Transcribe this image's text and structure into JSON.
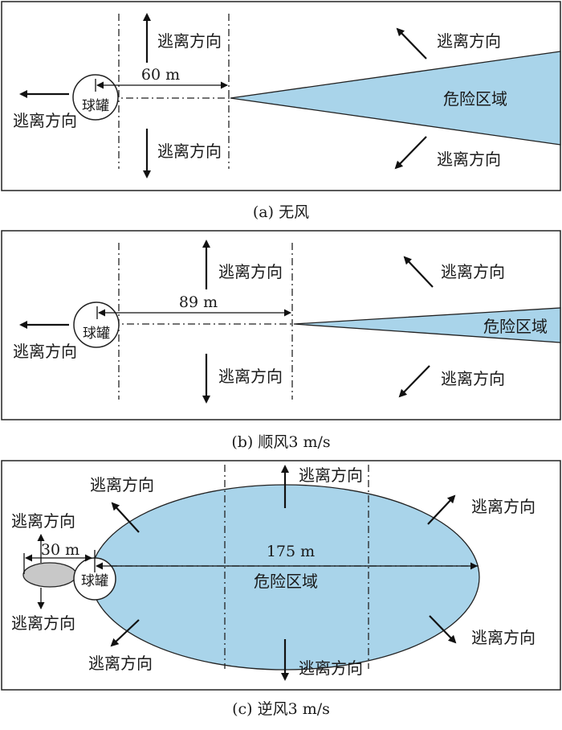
{
  "panels": [
    {
      "caption": "(a) 无风",
      "distance_label": "60 m",
      "tank_label": "球罐",
      "zone_label": "危险区域",
      "escape_label": "逃离方向"
    },
    {
      "caption": "(b) 顺风3 m/s",
      "distance_label": "89 m",
      "tank_label": "球罐",
      "zone_label": "危险区域",
      "escape_label": "逃离方向"
    },
    {
      "caption": "(c) 逆风3 m/s",
      "distance_label": "175 m",
      "small_distance_label": "30 m",
      "tank_label": "球罐",
      "zone_label": "危险区域",
      "escape_label": "逃离方向"
    }
  ],
  "colors": {
    "danger_zone": "#a9d4ea",
    "source_zone": "#c8c8c8",
    "line": "#222222"
  }
}
